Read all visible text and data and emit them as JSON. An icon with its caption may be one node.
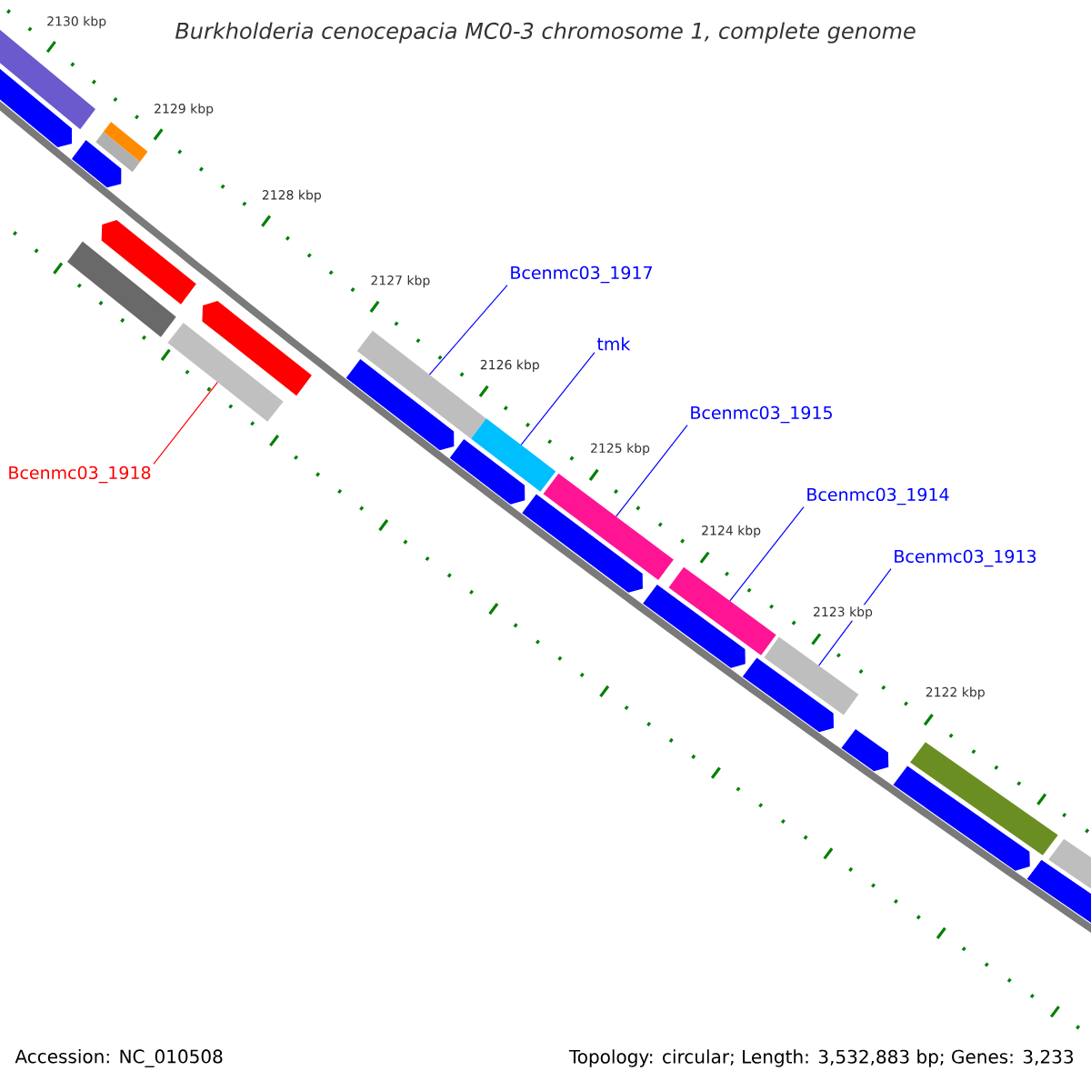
{
  "diagram": {
    "title": "Burkholderia cenocepacia MC0-3 chromosome 1, complete genome",
    "nodes": [
      {
        "text": [
          "Bcenmc03_1918"
        ]
      },
      {
        "text": [],
        "shape": "bar"
      },
      {
        "text": [
          "Bcenmc03_1917"
        ]
      },
      {
        "text": [],
        "shape": "bar"
      },
      {
        "text": [
          "tmk"
        ]
      },
      {
        "text": [],
        "shape": "bar"
      },
      {
        "text": [
          "Bcenmc03_1915"
        ]
      },
      {
        "text": [],
        "shape": "bar"
      },
      {
        "text": [
          "Bcenmc03_1914"
        ]
      },
      {
        "text": [],
        "shape": "bar"
      },
      {
        "text": [
          "Bcenmc03_1913"
        ]
      },
      {
        "text": [],
        "shape": "bar"
      }
    ],
    "edges": [
      {
        "from": 0,
        "to": 1,
        "arrow": "none",
        "color": "#ff0000"
      },
      {
        "from": 2,
        "to": 3,
        "arrow": "none"
      },
      {
        "from": 4,
        "to": 5,
        "arrow": "none"
      },
      {
        "from": 6,
        "to": 7,
        "arrow": "none"
      },
      {
        "from": 8,
        "to": 9,
        "arrow": "none"
      },
      {
        "from": 10,
        "to": 11,
        "arrow": "none"
      }
    ],
    "labels": [
      "2130 kbp",
      "2129 kbp",
      "2128 kbp",
      "2127 kbp",
      "2126 kbp",
      "2125 kbp",
      "2124 kbp",
      "2123 kbp",
      "2122 kbp",
      "Accession: NC_010508",
      "Topology: circular; Length: 3,532,883 bp; Genes: 3,233"
    ]
  }
}
